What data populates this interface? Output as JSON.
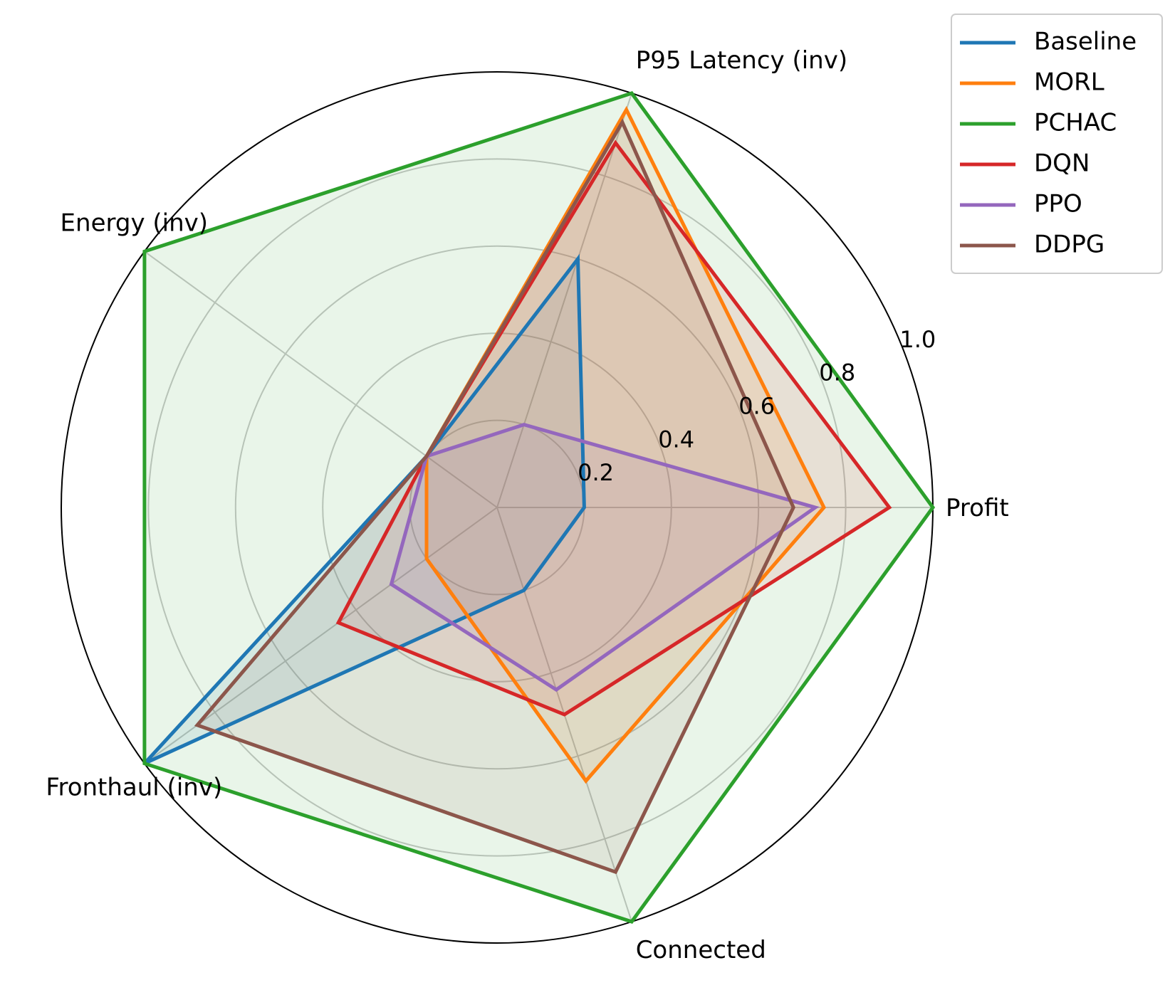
{
  "chart_data": {
    "type": "radar",
    "axes": [
      "Profit",
      "P95 Latency (inv)",
      "Energy (inv)",
      "Fronthaul (inv)",
      "Connected"
    ],
    "rlim": [
      0,
      1.0
    ],
    "rticks": [
      0.2,
      0.4,
      0.6,
      0.8,
      1.0
    ],
    "rtick_labels": [
      "0.2",
      "0.4",
      "0.6",
      "0.8",
      "1.0"
    ],
    "grid": true,
    "legend_position": "top-right",
    "series": [
      {
        "name": "Baseline",
        "color": "#1f77b4",
        "values": [
          0.2,
          0.6,
          0.2,
          1.0,
          0.2
        ]
      },
      {
        "name": "MORL",
        "color": "#ff7f0e",
        "values": [
          0.75,
          0.96,
          0.2,
          0.2,
          0.66
        ]
      },
      {
        "name": "PCHAC",
        "color": "#2ca02c",
        "values": [
          1.0,
          1.0,
          1.0,
          1.0,
          1.0
        ]
      },
      {
        "name": "DQN",
        "color": "#d62728",
        "values": [
          0.9,
          0.88,
          0.2,
          0.45,
          0.5
        ]
      },
      {
        "name": "PPO",
        "color": "#9467bd",
        "values": [
          0.73,
          0.2,
          0.2,
          0.3,
          0.44
        ]
      },
      {
        "name": "DDPG",
        "color": "#8c564b",
        "values": [
          0.68,
          0.93,
          0.2,
          0.85,
          0.88
        ]
      }
    ]
  }
}
